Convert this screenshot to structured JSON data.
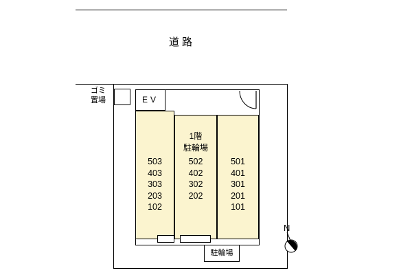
{
  "road": {
    "label": "道路"
  },
  "garbage_area": {
    "line1": "ゴミ",
    "line2": "置場"
  },
  "building": {
    "ev_label": "EV",
    "columns": [
      {
        "units": [
          "503",
          "403",
          "303",
          "203",
          "102"
        ]
      },
      {
        "header_line1": "1階",
        "header_line2": "駐輪場",
        "units": [
          "502",
          "402",
          "302",
          "202"
        ]
      },
      {
        "units": [
          "501",
          "401",
          "301",
          "201",
          "101"
        ]
      }
    ],
    "bike_parking_label": "駐輪場"
  },
  "compass": {
    "label": "N"
  },
  "colors": {
    "unit_fill": "#FBF4CF",
    "line": "#000000"
  }
}
